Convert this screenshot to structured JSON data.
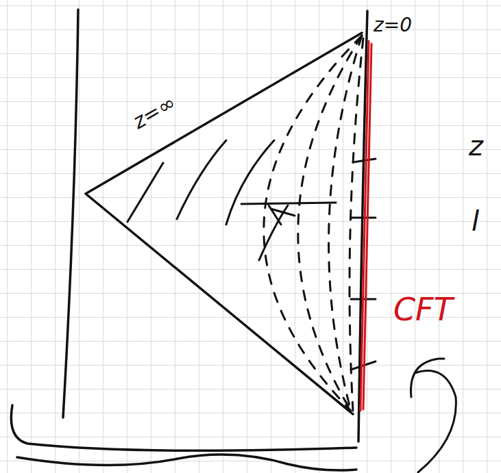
{
  "diagram": {
    "labels": [
      "z=0",
      "z=∞",
      "z",
      "l",
      "CFT"
    ]
  }
}
